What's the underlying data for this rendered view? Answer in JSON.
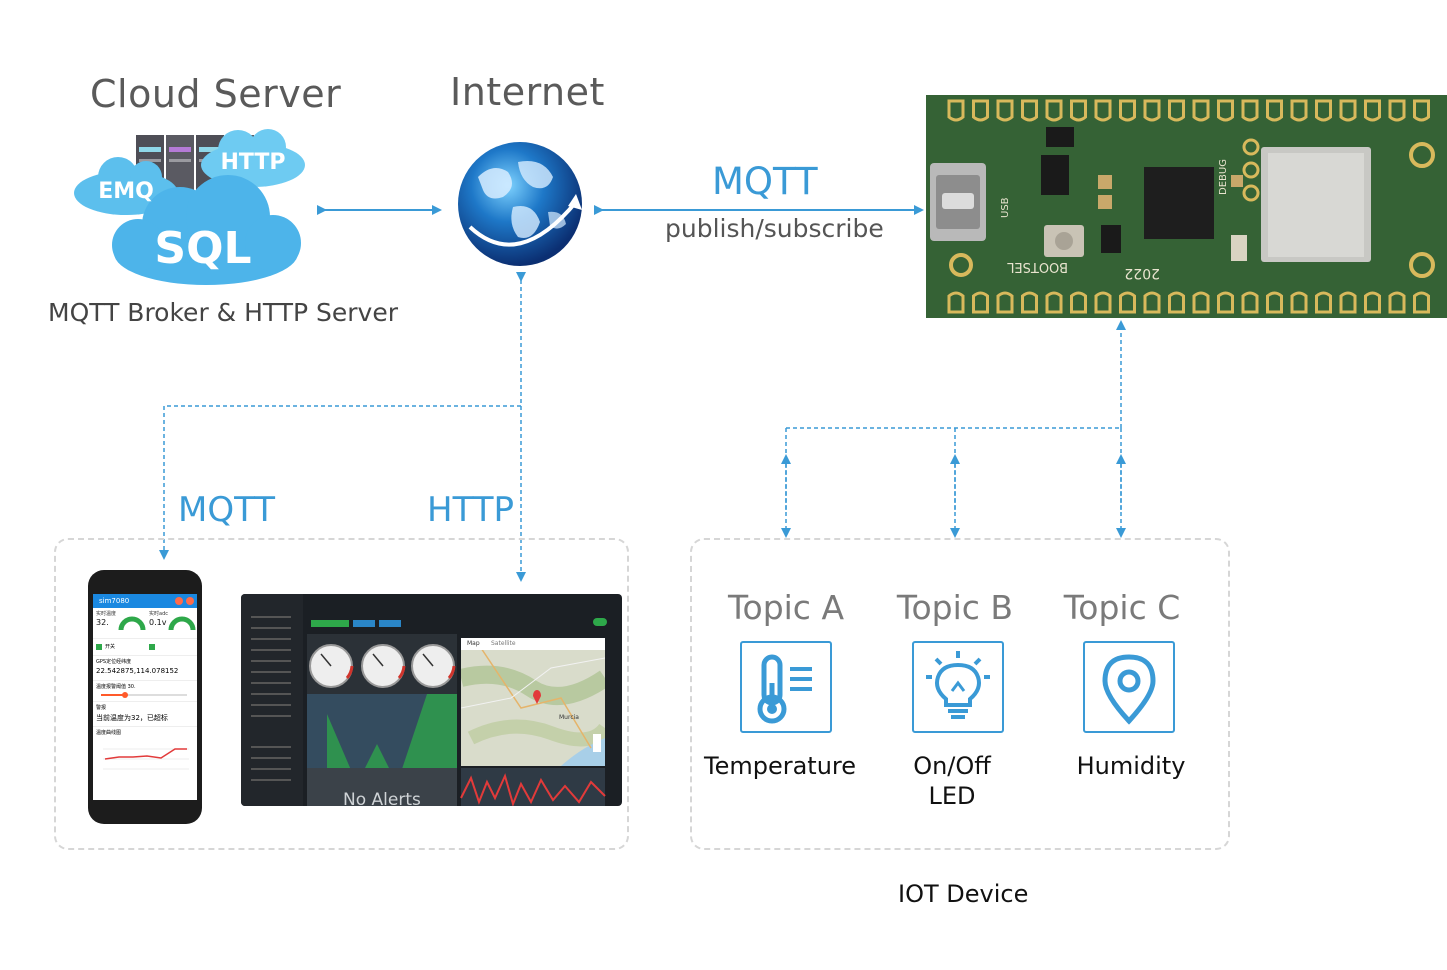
{
  "cloud": {
    "title": "Cloud Server",
    "caption": "MQTT Broker & HTTP Server",
    "tags": {
      "emq": "EMQ",
      "http": "HTTP",
      "sql": "SQL"
    }
  },
  "internet": {
    "title": "Internet"
  },
  "link_top": {
    "protocol": "MQTT",
    "mode": "publish/subscribe"
  },
  "clients": {
    "mqtt_label": "MQTT",
    "http_label": "HTTP",
    "phone": {
      "app_title": "sim7080",
      "temp_label": "实时温度",
      "temp_value": "32.",
      "volt_label": "实时adc",
      "volt_value": "0.1v",
      "switch_label": "开关",
      "gps_label": "GPS定位经纬度",
      "gps_value": "22.542875,114.078152",
      "alert_label": "温度报警阈值 30.",
      "warn_label": "警报",
      "warn_value": "当前温度为32，已超标",
      "curve_label": "温度曲线图"
    },
    "laptop": {
      "map_tab": "Map",
      "sat_tab": "Satellite",
      "city": "Murcia",
      "alerts_text": "No Alerts"
    }
  },
  "topics": [
    {
      "title": "Topic A",
      "caption": "Temperature",
      "icon": "thermometer-icon"
    },
    {
      "title": "Topic B",
      "caption": "On/Off LED",
      "icon": "lightbulb-icon"
    },
    {
      "title": "Topic C",
      "caption": "Humidity",
      "icon": "location-pin-icon"
    }
  ],
  "iot_device": {
    "label": "IOT Device"
  },
  "board": {
    "silk_left": "BOOTSEL",
    "silk_right": "2022",
    "silk_usb": "USB",
    "silk_debug": "DEBUG"
  },
  "colors": {
    "accent": "#3a9ad6",
    "dashed": "#d6d6d6",
    "board_green": "#2d5a2f",
    "gold": "#c9a44a"
  }
}
